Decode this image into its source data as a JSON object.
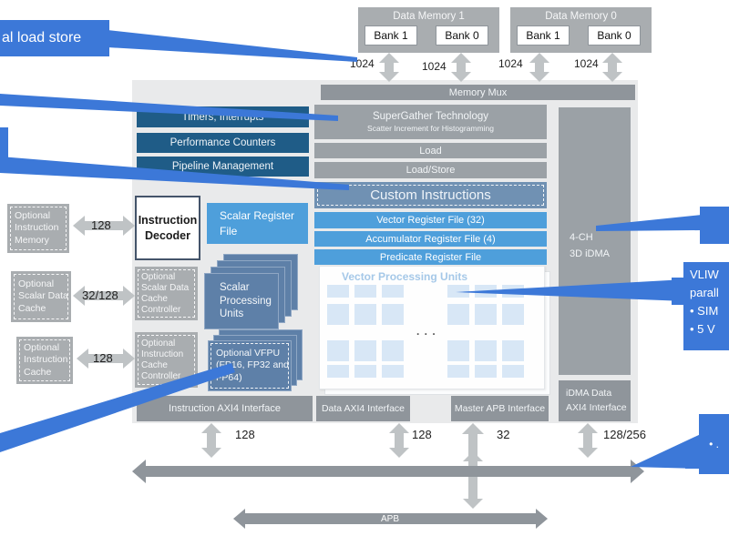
{
  "colors": {
    "callout_blue": "#3C78D8",
    "dark_blue": "#1F5C87",
    "mid_blue": "#4E9FDB",
    "steel_blue": "#7091B3",
    "slate_blue": "#5E80A8",
    "box_gray": "#A9ADB0",
    "bar_gray": "#8F959B",
    "light_bar_gray": "#9BA1A6",
    "arrow_gray": "#BFC3C5",
    "panel_bg": "#E9EAEB",
    "vpu_square": "#D8E7F6"
  },
  "callouts": {
    "top_left": {
      "label": "al load store"
    },
    "vliw": {
      "lines": [
        "VLIW",
        "parall",
        "• SIM",
        "• 5 V"
      ]
    },
    "bottom_right": {
      "label": "• ."
    }
  },
  "memories": [
    {
      "title": "Data Memory 1",
      "banks": [
        "Bank 1",
        "Bank 0"
      ]
    },
    {
      "title": "Data Memory 0",
      "banks": [
        "Bank 1",
        "Bank 0"
      ]
    }
  ],
  "top_bus_widths": [
    "1024",
    "1024",
    "1024",
    "1024"
  ],
  "left_blocks": [
    {
      "lines": [
        "Optional",
        "Instruction",
        "Memory"
      ],
      "width": "128"
    },
    {
      "lines": [
        "Optional",
        "Scalar Data",
        "Cache"
      ],
      "width": "32/128"
    },
    {
      "lines": [
        "Optional",
        "Instruction",
        "Cache"
      ],
      "width": "128"
    }
  ],
  "core": {
    "memory_mux": "Memory Mux",
    "control_blocks": [
      "Timers, Interrupts",
      "Performance Counters",
      "Pipeline Management"
    ],
    "supergather_title": "SuperGather Technology",
    "supergather_subtitle": "Scatter Increment for Histogramming",
    "load": "Load",
    "load_store": "Load/Store",
    "custom_instructions": "Custom Instructions",
    "register_files": [
      "Vector Register File (32)",
      "Accumulator Register File (4)",
      "Predicate Register File"
    ],
    "instruction_decoder": "Instruction Decoder",
    "scalar_register_file": "Scalar Register File",
    "scalar_cache_controller": [
      "Optional",
      "Scalar Data",
      "Cache",
      "Controller"
    ],
    "scalar_processing_units": [
      "Scalar",
      "Processing",
      "Units"
    ],
    "instruction_cache_controller": [
      "Optional",
      "Instruction",
      "Cache",
      "Controller"
    ],
    "optional_vfpu": [
      "Optional VFPU",
      "(FP16, FP32 and",
      "FP64)"
    ],
    "vpu_title": "Vector Processing Units",
    "vpu_ellipsis": ". . .",
    "idma": [
      "4-CH",
      "3D iDMA"
    ],
    "idma_interface": [
      "iDMA Data",
      "AXI4 Interface"
    ],
    "interfaces": [
      "Instruction AXI4 Interface",
      "Data AXI4 Interface",
      "Master APB Interface"
    ]
  },
  "bottom_bus_widths": [
    "128",
    "128",
    "32",
    "128/256"
  ],
  "apb_label": "APB"
}
